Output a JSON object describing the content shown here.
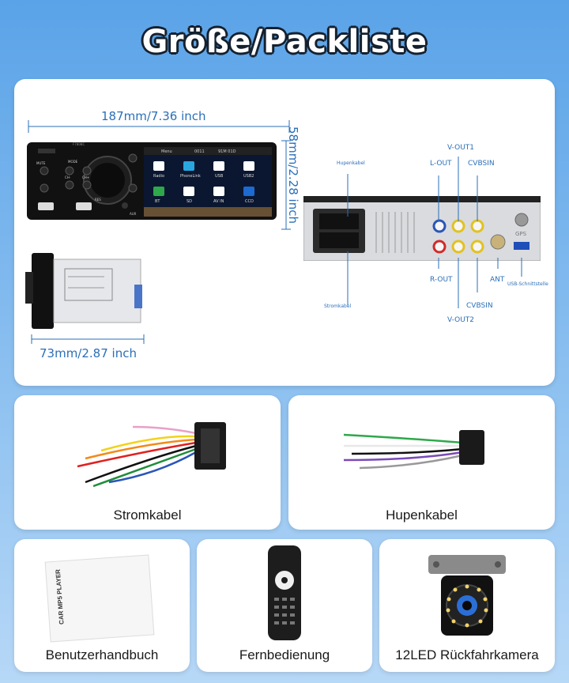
{
  "title": "Größe/Packliste",
  "dimensions": {
    "width": "187mm/7.36 inch",
    "height": "58mm/2.28 inch",
    "depth": "73mm/2.87 inch"
  },
  "radio": {
    "model": "F7808C",
    "buttons": [
      "MODE",
      "MUTE",
      "CH-",
      "CH+",
      "RES",
      "AUX"
    ],
    "screen_top": [
      "Menu",
      "0011",
      "91M 01D"
    ],
    "apps_row1": [
      "Radio",
      "PhoneLink",
      "USB",
      "USB2"
    ],
    "apps_row2": [
      "BT",
      "SD",
      "AV IN",
      "CCD"
    ]
  },
  "connectors": {
    "hupenkabel": "Hupenkabel",
    "stromkabel": "Stromkabel",
    "v_out1": "V-OUT1",
    "l_out": "L-OUT",
    "cvbsin_top": "CVBSIN",
    "r_out": "R-OUT",
    "ant": "ANT",
    "usb": "USB-Schnittstelle",
    "cvbsin_bottom": "CVBSIN",
    "v_out2": "V-OUT2",
    "gps": "GPS"
  },
  "items": [
    {
      "label": "Stromkabel"
    },
    {
      "label": "Hupenkabel"
    },
    {
      "label": "Benutzerhandbuch"
    },
    {
      "label": "Fernbedienung"
    },
    {
      "label": "12LED Rückfahrkamera"
    }
  ],
  "manual_cover": "CAR MP5 PLAYER"
}
